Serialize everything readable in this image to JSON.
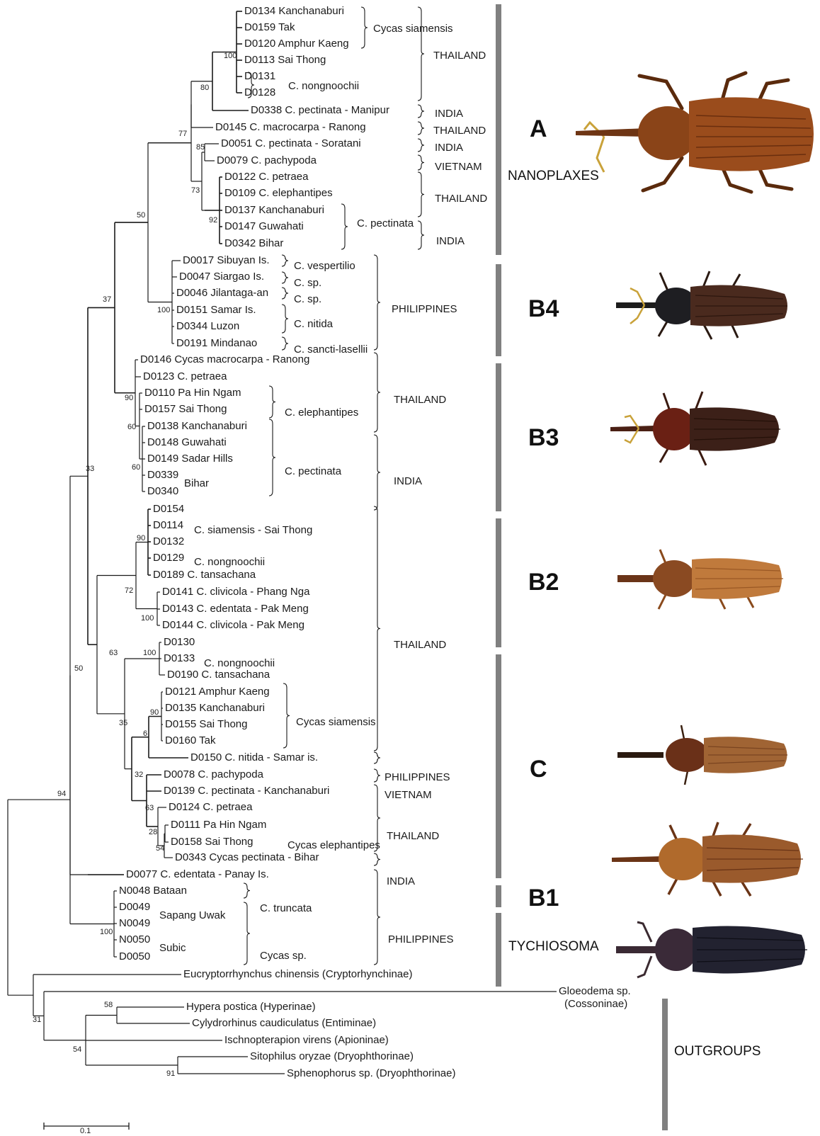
{
  "taxa": [
    {
      "id": "t01",
      "label": "D0134 Kanchanaburi"
    },
    {
      "id": "t02",
      "label": "D0159 Tak"
    },
    {
      "id": "t03",
      "label": "D0120 Amphur Kaeng"
    },
    {
      "id": "t04",
      "label": "D0113 Sai Thong"
    },
    {
      "id": "t05",
      "label": "D0131"
    },
    {
      "id": "t06",
      "label": "D0128"
    },
    {
      "id": "t07",
      "label": "D0338 C. pectinata - Manipur"
    },
    {
      "id": "t08",
      "label": "D0145 C. macrocarpa - Ranong"
    },
    {
      "id": "t09",
      "label": "D0051 C. pectinata - Soratani"
    },
    {
      "id": "t10",
      "label": "D0079 C. pachypoda"
    },
    {
      "id": "t11",
      "label": "D0122 C. petraea"
    },
    {
      "id": "t12",
      "label": "D0109 C. elephantipes"
    },
    {
      "id": "t13",
      "label": "D0137 Kanchanaburi"
    },
    {
      "id": "t14",
      "label": "D0147 Guwahati"
    },
    {
      "id": "t15",
      "label": "D0342 Bihar"
    },
    {
      "id": "t16",
      "label": "D0017 Sibuyan Is."
    },
    {
      "id": "t17",
      "label": "D0047 Siargao Is."
    },
    {
      "id": "t18",
      "label": "D0046 Jilantaga-an"
    },
    {
      "id": "t19",
      "label": "D0151 Samar Is."
    },
    {
      "id": "t20",
      "label": "D0344 Luzon"
    },
    {
      "id": "t21",
      "label": "D0191 Mindanao"
    },
    {
      "id": "t22",
      "label": "D0146 Cycas macrocarpa - Ranong"
    },
    {
      "id": "t23",
      "label": "D0123 C. petraea"
    },
    {
      "id": "t24",
      "label": "D0110 Pa Hin Ngam"
    },
    {
      "id": "t25",
      "label": "D0157 Sai Thong"
    },
    {
      "id": "t26",
      "label": "D0138 Kanchanaburi"
    },
    {
      "id": "t27",
      "label": "D0148 Guwahati"
    },
    {
      "id": "t28",
      "label": "D0149 Sadar Hills"
    },
    {
      "id": "t29",
      "label": "D0339"
    },
    {
      "id": "t30",
      "label": "D0340"
    },
    {
      "id": "t31",
      "label": "D0154"
    },
    {
      "id": "t32",
      "label": "D0114"
    },
    {
      "id": "t33",
      "label": "D0132"
    },
    {
      "id": "t34",
      "label": "D0129"
    },
    {
      "id": "t35",
      "label": "D0189 C. tansachana"
    },
    {
      "id": "t36",
      "label": "D0141 C. clivicola - Phang Nga"
    },
    {
      "id": "t37",
      "label": "D0143 C. edentata - Pak Meng"
    },
    {
      "id": "t38",
      "label": "D0144 C. clivicola - Pak Meng"
    },
    {
      "id": "t39",
      "label": "D0130"
    },
    {
      "id": "t40",
      "label": "D0133"
    },
    {
      "id": "t41",
      "label": "D0190 C. tansachana"
    },
    {
      "id": "t42",
      "label": "D0121 Amphur Kaeng"
    },
    {
      "id": "t43",
      "label": "D0135 Kanchanaburi"
    },
    {
      "id": "t44",
      "label": "D0155 Sai Thong"
    },
    {
      "id": "t45",
      "label": "D0160 Tak"
    },
    {
      "id": "t46",
      "label": "D0150 C. nitida - Samar is."
    },
    {
      "id": "t47",
      "label": "D0078 C. pachypoda"
    },
    {
      "id": "t48",
      "label": "D0139 C. pectinata - Kanchanaburi"
    },
    {
      "id": "t49",
      "label": "D0124 C. petraea"
    },
    {
      "id": "t50",
      "label": "D0111 Pa Hin Ngam"
    },
    {
      "id": "t51",
      "label": "D0158 Sai Thong"
    },
    {
      "id": "t52",
      "label": "D0343 Cycas pectinata - Bihar"
    },
    {
      "id": "t53",
      "label": "D0077 C. edentata - Panay Is."
    },
    {
      "id": "t54",
      "label": "N0048 Bataan"
    },
    {
      "id": "t55",
      "label": "D0049"
    },
    {
      "id": "t56",
      "label": "N0049"
    },
    {
      "id": "t57",
      "label": "N0050"
    },
    {
      "id": "t58",
      "label": "D0050"
    },
    {
      "id": "t59",
      "label": "Eucryptorrhynchus chinensis (Cryptorhynchinae)"
    },
    {
      "id": "t60",
      "label": "Gloeodema sp."
    },
    {
      "id": "t61",
      "label": "Hypera postica (Hyperinae)"
    },
    {
      "id": "t62",
      "label": "Cylydrorhinus caudiculatus (Entiminae)"
    },
    {
      "id": "t63",
      "label": "Ischnopterapion virens (Apioninae)"
    },
    {
      "id": "t64",
      "label": "Sitophilus oryzae (Dryophthorinae)"
    },
    {
      "id": "t65",
      "label": "Sphenophorus sp. (Dryophthorinae)"
    }
  ],
  "extra_labels": {
    "gloeodema_subfamily": "(Cossoninae)",
    "bihar": "Bihar",
    "sapang_uwak": "Sapang Uwak",
    "subic": "Subic"
  },
  "bootstrap": [
    "100",
    "80",
    "77",
    "85",
    "73",
    "92",
    "50",
    "100",
    "37",
    "90",
    "60",
    "60",
    "33",
    "90",
    "72",
    "100",
    "63",
    "100",
    "90",
    "6",
    "35",
    "32",
    "63",
    "28",
    "54",
    "50",
    "94",
    "100",
    "58",
    "31",
    "54",
    "91"
  ],
  "host_plants": [
    "Cycas siamensis",
    "C. nongnoochii",
    "C. pectinata",
    "C. vespertilio",
    "C. sp.",
    "C. sp.",
    "C. nitida",
    "C. sancti-lasellii",
    "C. elephantipes",
    "C. pectinata",
    "C. siamensis - Sai Thong",
    "C. nongnoochii",
    "C. nongnoochii",
    "Cycas siamensis",
    "Cycas elephantipes",
    "C. truncata",
    "Cycas sp."
  ],
  "countries": [
    "THAILAND",
    "INDIA",
    "THAILAND",
    "INDIA",
    "VIETNAM",
    "THAILAND",
    "INDIA",
    "PHILIPPINES",
    "THAILAND",
    "INDIA",
    "THAILAND",
    "PHILIPPINES",
    "VIETNAM",
    "THAILAND",
    "INDIA",
    "PHILIPPINES"
  ],
  "clades": [
    "A",
    "B4",
    "B3",
    "B2",
    "C",
    "B1"
  ],
  "groups": {
    "nanoplaxes": "NANOPLAXES",
    "tychiosoma": "TYCHIOSOMA",
    "outgroups": "OUTGROUPS"
  },
  "scale_bar": "0.1",
  "colors": {
    "bar": "#808080",
    "line": "#1a1a1a"
  }
}
